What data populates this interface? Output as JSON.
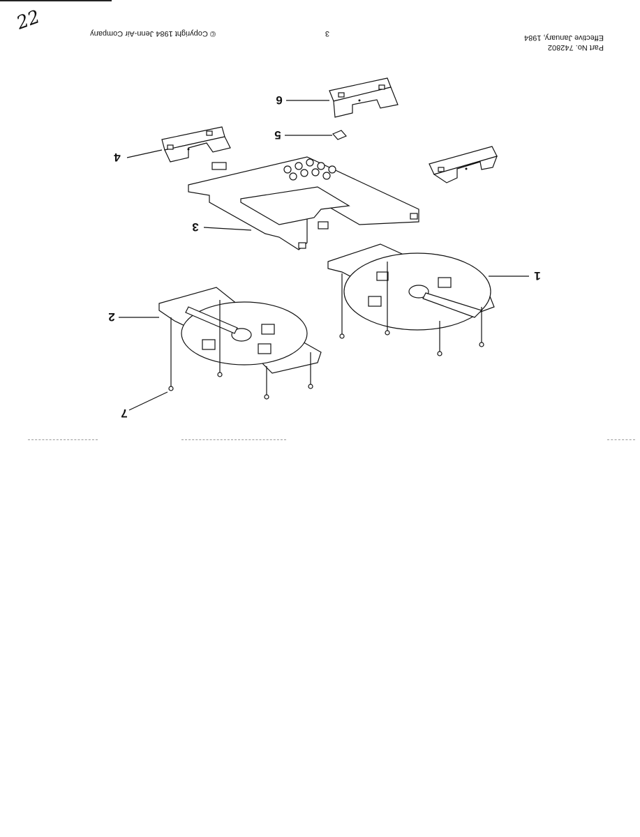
{
  "header": {
    "part_no": "Part No. 742802",
    "effective": "Effective January, 1984",
    "page_number": "3",
    "copyright": "© Copyright 1984 Jenn-Air Company"
  },
  "handwritten_mark": "22",
  "callouts": [
    {
      "id": "1",
      "label": "1"
    },
    {
      "id": "2",
      "label": "2"
    },
    {
      "id": "3",
      "label": "3"
    },
    {
      "id": "4",
      "label": "4"
    },
    {
      "id": "5",
      "label": "5"
    },
    {
      "id": "6",
      "label": "6"
    },
    {
      "id": "7",
      "label": "7"
    }
  ]
}
